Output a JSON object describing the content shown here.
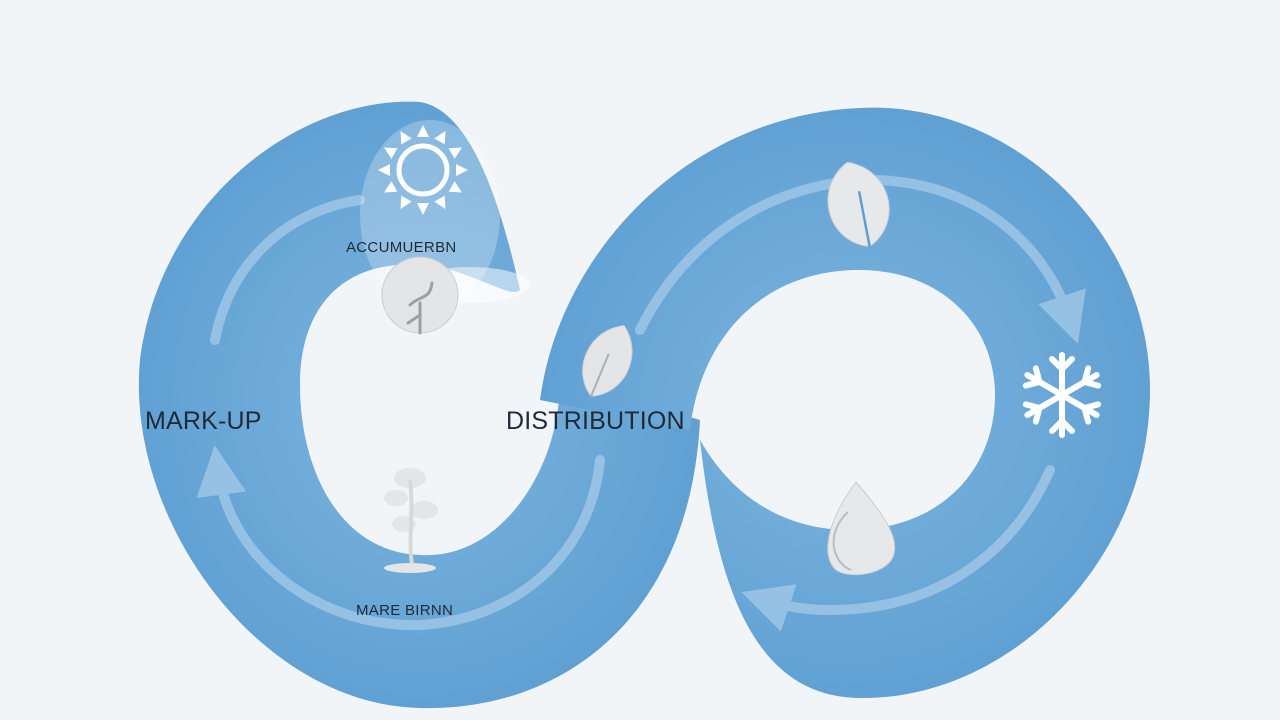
{
  "diagram": {
    "labels": {
      "left_stage": "MARK-UP",
      "center_stage": "DISTRIBUTION",
      "top_left_caption": "ACCUMUERBN",
      "bottom_left_caption": "MARE BIRNN"
    },
    "icons": [
      "sun-icon",
      "leaf-icon",
      "leaf-icon",
      "snowflake-icon",
      "water-drop-icon",
      "seedling-icon",
      "tree-icon"
    ],
    "colors": {
      "background": "#f2f5f8",
      "loop_blue": "#5c9fd2",
      "loop_light": "#7eb6e0",
      "arrow": "#a9cdea",
      "icon_fill": "#e6e8ea",
      "icon_white": "#ffffff",
      "text": "#1f2a38"
    }
  }
}
